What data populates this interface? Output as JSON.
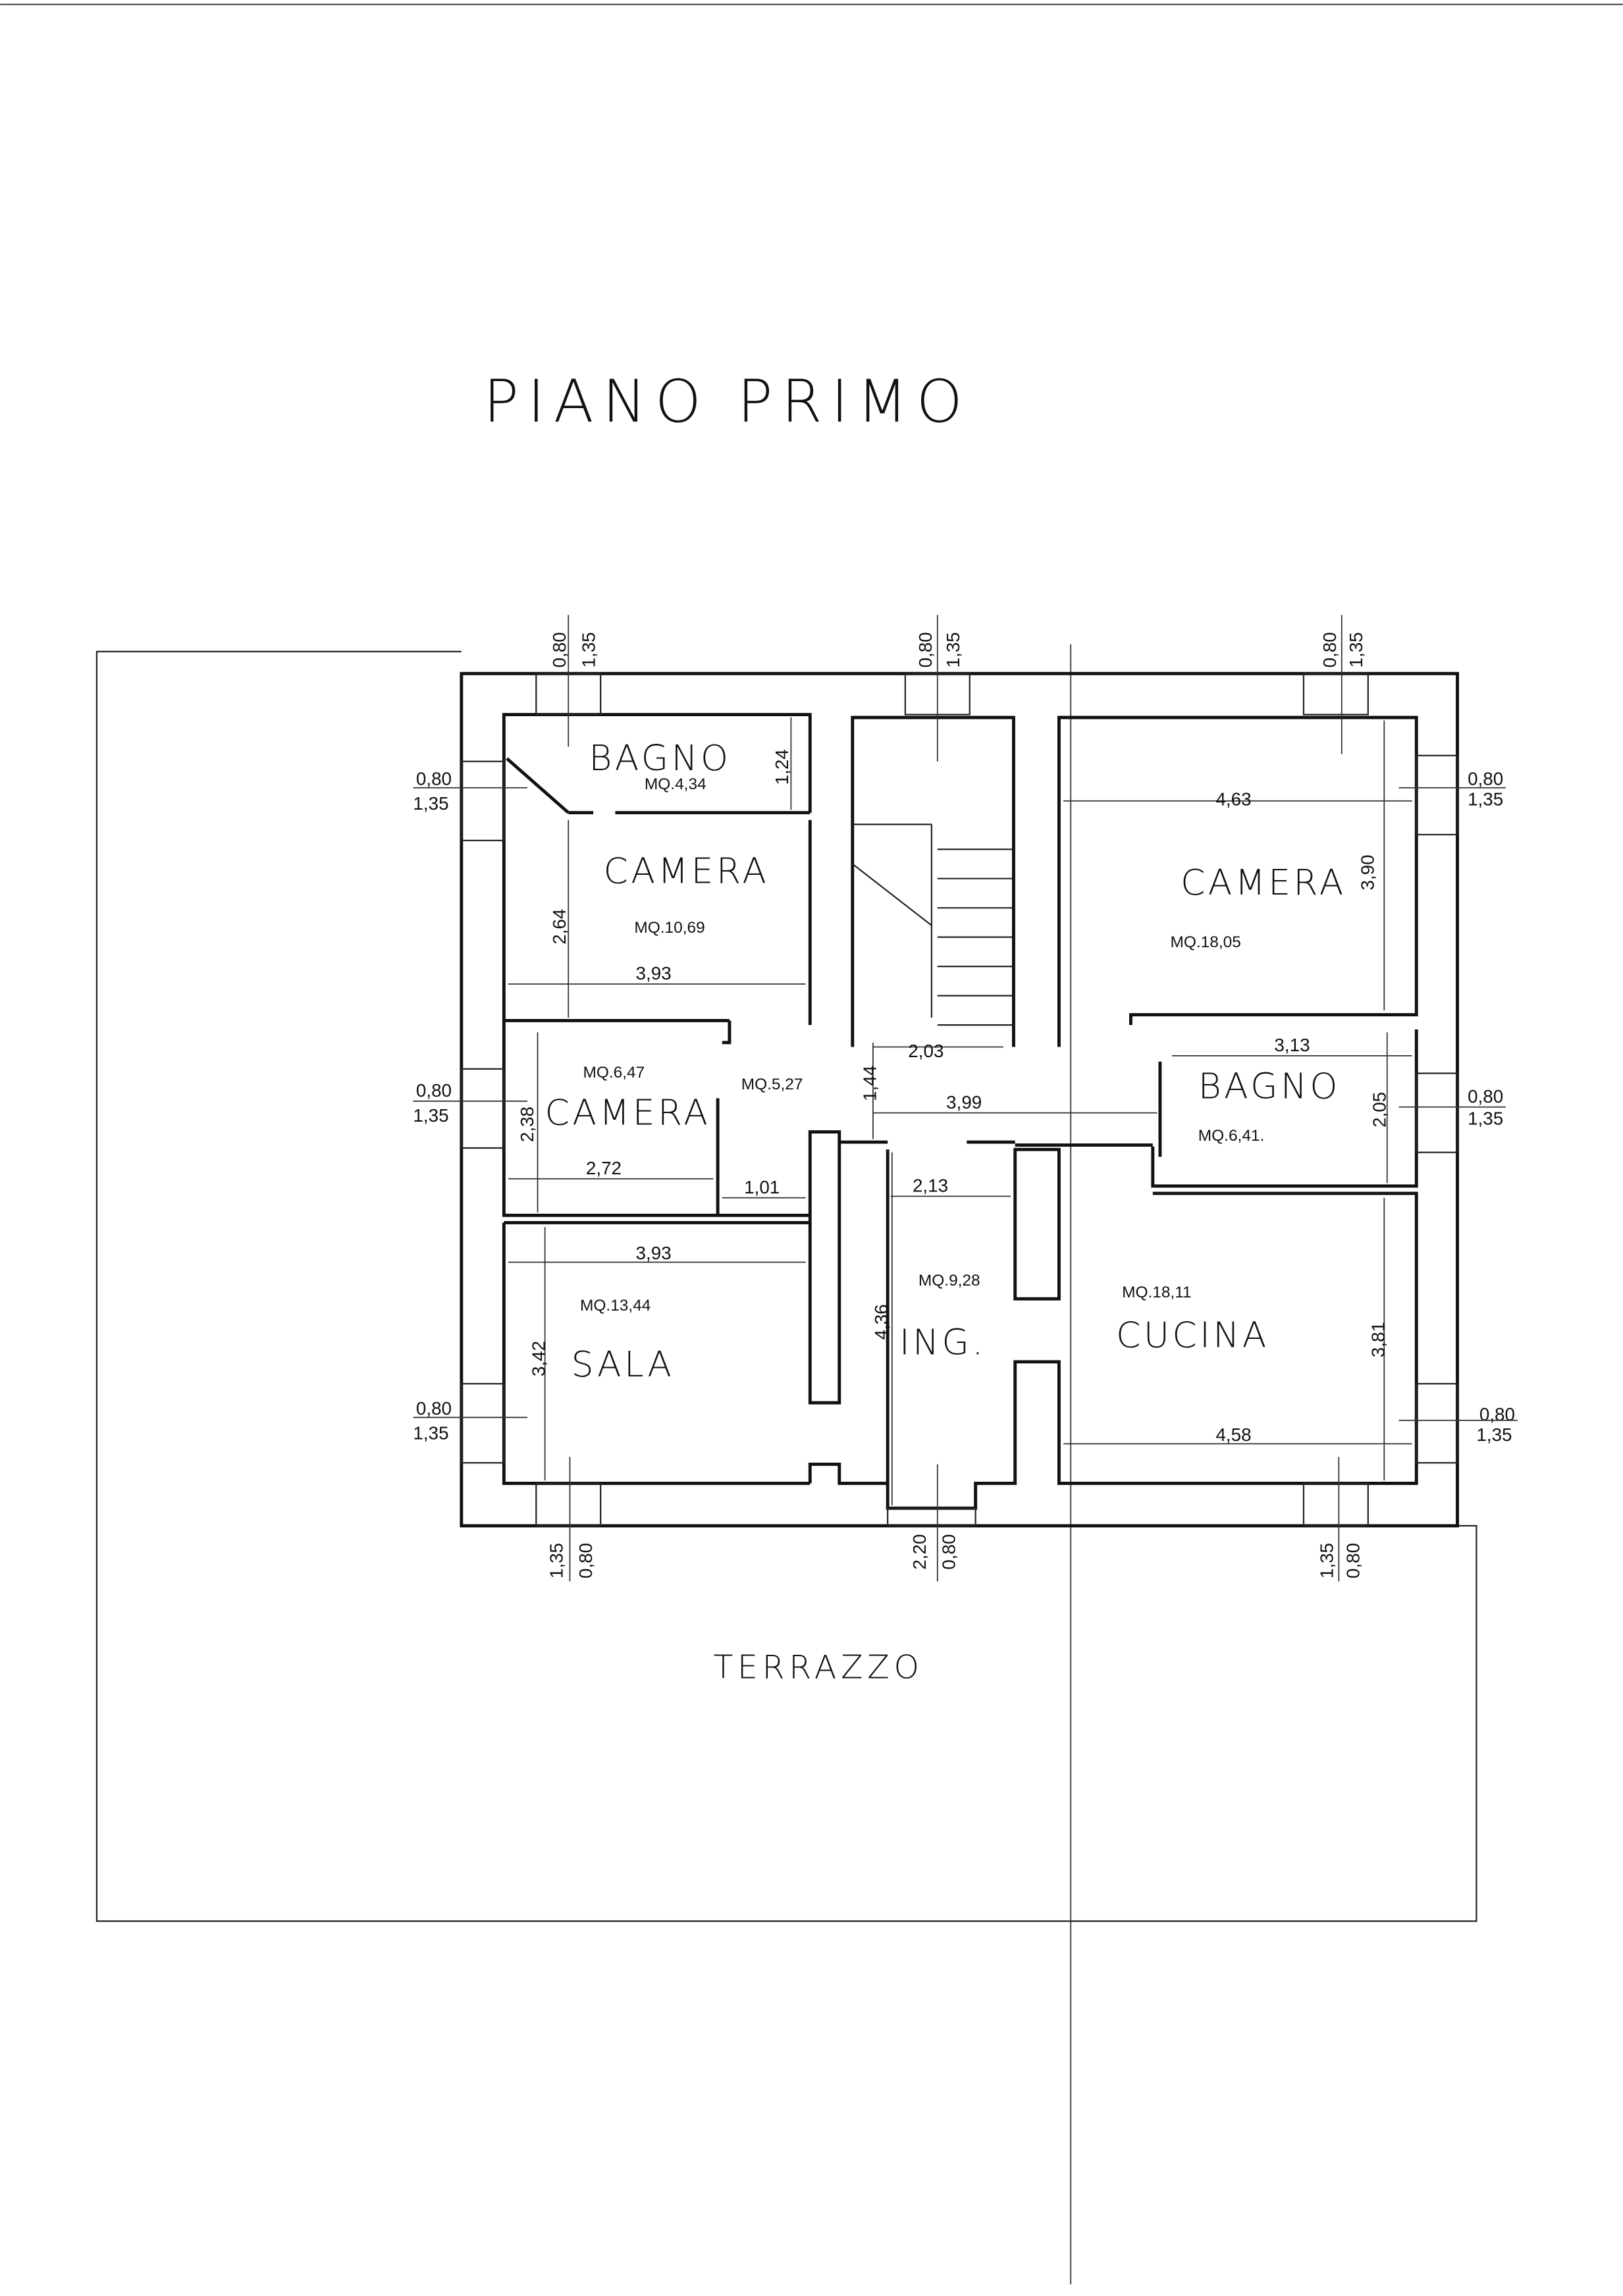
{
  "title": "PIANO PRIMO",
  "terrace_label": "TERRAZZO",
  "rooms": [
    {
      "name": "BAGNO",
      "area": "MQ.4,34"
    },
    {
      "name": "CAMERA",
      "area": "MQ.10,69"
    },
    {
      "name": "CAMERA",
      "area": "MQ.18,05"
    },
    {
      "name": "CAMERA",
      "area": "MQ.6,47"
    },
    {
      "name": "",
      "area": "MQ.5,27"
    },
    {
      "name": "BAGNO",
      "area": "MQ.6,41."
    },
    {
      "name": "SALA",
      "area": "MQ.13,44"
    },
    {
      "name": "ING.",
      "area": "MQ.9,28"
    },
    {
      "name": "CUCINA",
      "area": "MQ.18,11"
    }
  ],
  "dimensions": {
    "bagno_tl_h": "1,24",
    "camera_l_h": "2,64",
    "camera_l_w": "3,93",
    "camera_r_w": "4,63",
    "camera_r_h": "3,90",
    "stair_w": "2,03",
    "corr_h": "1,44",
    "corr_w": "3,99",
    "bagno_r_w": "3,13",
    "bagno_r_h": "2,05",
    "camera_s_h": "2,38",
    "camera_s_w": "2,72",
    "corr_small": "1,01",
    "ing_w": "2,13",
    "ing_h": "4,36",
    "sala_w": "3,93",
    "sala_h": "3,42",
    "cucina_h": "3,81",
    "cucina_w": "4,58"
  },
  "windows": {
    "w": "0,80",
    "h": "1,35",
    "door_h": "2,20"
  }
}
